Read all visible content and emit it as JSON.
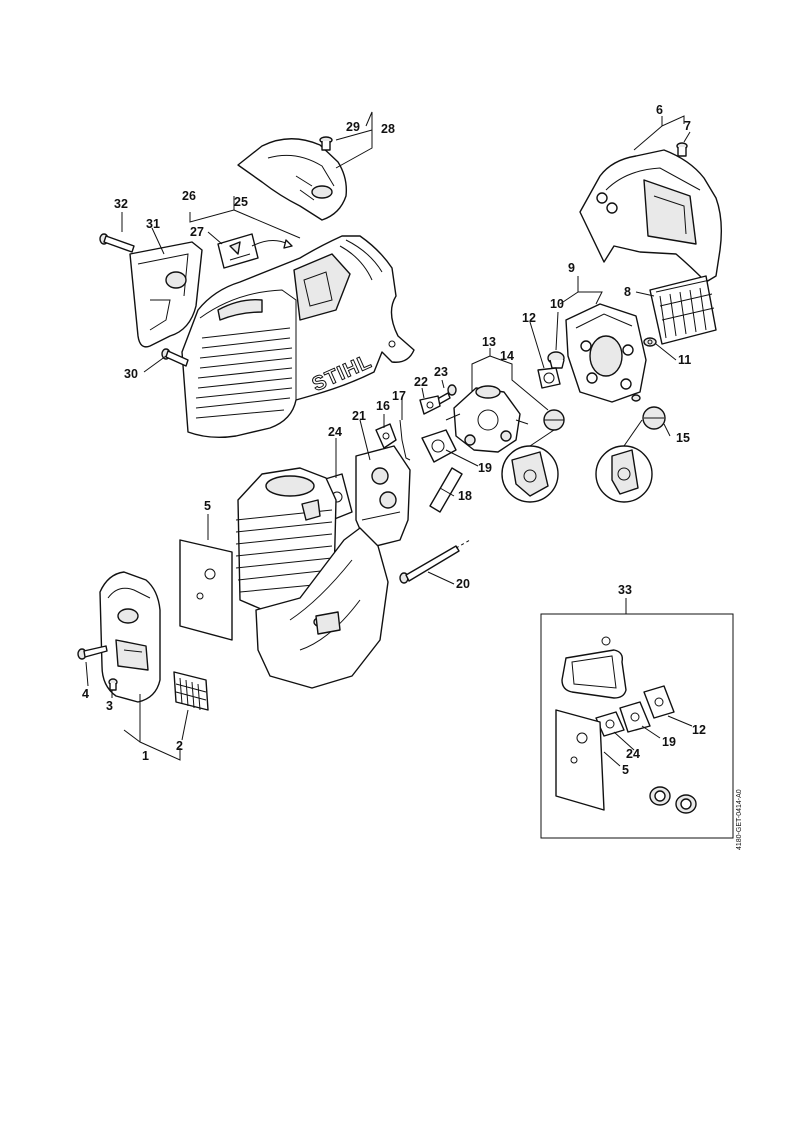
{
  "brand_mark": "STIHL",
  "drawing_reference": "4180-GET-0414-A0",
  "callouts": {
    "c1": "1",
    "c2": "2",
    "c3": "3",
    "c4": "4",
    "c5": "5",
    "c6": "6",
    "c7": "7",
    "c8": "8",
    "c9": "9",
    "c10": "10",
    "c11": "11",
    "c12": "12",
    "c13": "13",
    "c14": "14",
    "c15": "15",
    "c16": "16",
    "c17": "17",
    "c18": "18",
    "c19": "19",
    "c20": "20",
    "c21": "21",
    "c22": "22",
    "c23": "23",
    "c24": "24",
    "c25": "25",
    "c26": "26",
    "c27": "27",
    "c28": "28",
    "c29": "29",
    "c30": "30",
    "c31": "31",
    "c32": "32",
    "c33": "33",
    "kit_c12": "12",
    "kit_c19": "19",
    "kit_c24": "24",
    "kit_c5": "5"
  }
}
